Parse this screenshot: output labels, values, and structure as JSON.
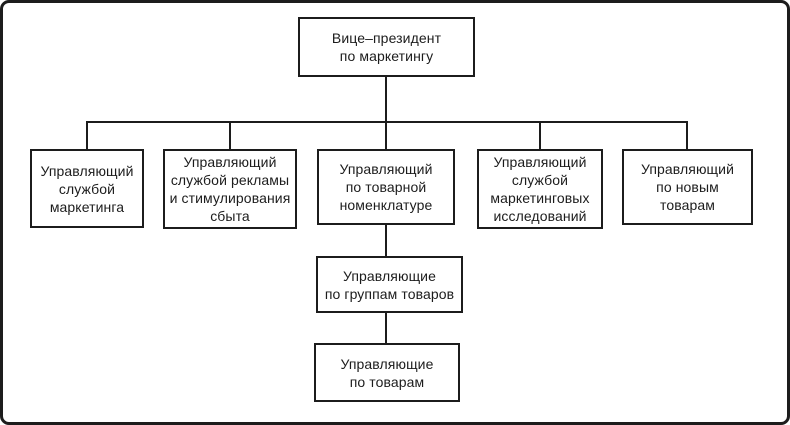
{
  "colors": {
    "line": "#1c1c1c",
    "background": "#ffffff",
    "box_fill": "#ffffff"
  },
  "diagram": {
    "type": "org-chart",
    "language": "ru",
    "hierarchy": {
      "root": "Вице–президент по маркетингу",
      "children_of_root": [
        "Управляющий службой маркетинга",
        "Управляющий службой рекламы и стимулирования сбыта",
        "Управляющий по товарной номенклатуре",
        "Управляющий службой маркетинговых исследований",
        "Управляющий по новым товарам"
      ],
      "child_of_product_nomenclature_manager": "Управляющие по группам товаров",
      "child_of_product_group_managers": "Управляющие по товарам"
    }
  },
  "boxes": {
    "root": {
      "label": "Вице–президент\nпо маркетингу"
    },
    "marketing_service": {
      "label": "Управляющий\nслужбой\nмаркетинга"
    },
    "advertising": {
      "label": "Управляющий\nслужбой рекламы\nи стимулирования\nсбыта"
    },
    "product_range": {
      "label": "Управляющий\nпо товарной\nноменклатуре"
    },
    "marketing_research": {
      "label": "Управляющий\nслужбой\nмаркетинговых\nисследований"
    },
    "new_products": {
      "label": "Управляющий\nпо новым\nтоварам"
    },
    "product_groups": {
      "label": "Управляющие\nпо группам товаров"
    },
    "products": {
      "label": "Управляющие\nпо товарам"
    }
  }
}
